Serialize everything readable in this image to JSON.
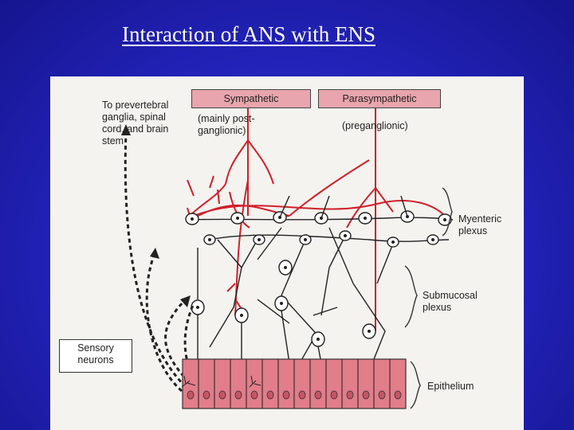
{
  "title": "Interaction of ANS with ENS",
  "diagram": {
    "sympathetic_label": "Sympathetic",
    "sympathetic_sub": "(mainly post-\nganglionic)",
    "parasympathetic_label": "Parasympathetic",
    "parasympathetic_sub": "(preganglionic)",
    "prevertebral_label": "To prevertebral\nganglia, spinal\ncord, and brain\nstem",
    "myenteric_label": "Myenteric\nplexus",
    "submucosal_label": "Submucosal\nplexus",
    "sensory_label": "Sensory\nneurons",
    "epithelium_label": "Epithelium"
  },
  "colors": {
    "background": "#2222b8",
    "box_fill": "#e8a5ad",
    "sympathetic_line": "#d0202a",
    "epithelium_fill": "#e27d8a"
  }
}
